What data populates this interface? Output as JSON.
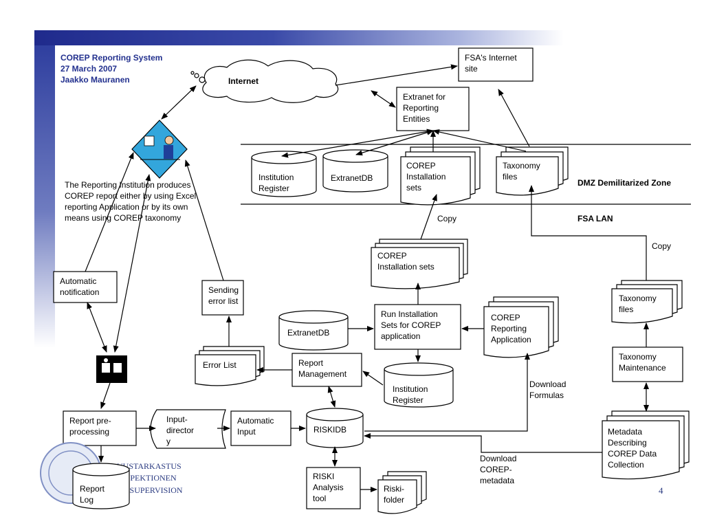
{
  "header": {
    "line1": "COREP Reporting System",
    "line2": "27 March 2007",
    "line3": "Jaakko Mauranen"
  },
  "page_number": "4",
  "seal": {
    "line1": "VUSTARKASTUS",
    "line2": "INSPEKTIONEN",
    "line3": "AL SUPERVISION"
  },
  "zones": {
    "dmz": "DMZ Demilitarized Zone",
    "lan": "FSA LAN"
  },
  "cloud": "Internet",
  "description": [
    "The Reporting Institution produces",
    "COREP report either by using Excel",
    "reporting Application or by its own",
    "means using COREP taxonomy"
  ],
  "nodes": {
    "fsa_site": [
      "FSA's Internet",
      "site"
    ],
    "extranet": [
      "Extranet for",
      "Reporting",
      "Entities"
    ],
    "institution_register_dmz": [
      "Institution",
      "Register"
    ],
    "extranetdb_dmz": [
      "ExtranetDB"
    ],
    "corep_sets_dmz": [
      "COREP",
      "Installation",
      "sets"
    ],
    "taxonomy_dmz": [
      "Taxonomy",
      "files"
    ],
    "corep_sets_lan": [
      "COREP",
      "Installation sets"
    ],
    "run_sets": [
      "Run Installation",
      "Sets for COREP",
      "application"
    ],
    "extranetdb_lan": [
      "ExtranetDB"
    ],
    "corep_app": [
      "COREP",
      "Reporting",
      "Application"
    ],
    "institution_register_lan": [
      "Institution",
      "Register"
    ],
    "report_mgmt": [
      "Report",
      "Management"
    ],
    "error_list": [
      "Error List"
    ],
    "sending_error": [
      "Sending",
      "error list"
    ],
    "auto_notification": [
      "Automatic",
      "notification"
    ],
    "preprocessing": [
      "Report pre-",
      "processing"
    ],
    "input_dir": [
      "Input-",
      "director",
      "y"
    ],
    "auto_input": [
      "Automatic",
      "Input"
    ],
    "riskidb": [
      "RISKIDB"
    ],
    "riski_tool": [
      "RISKI",
      "Analysis",
      "tool"
    ],
    "riski_folder": [
      "Riski-",
      "folder"
    ],
    "report_log": [
      "Report",
      "Log"
    ],
    "taxonomy_lan": [
      "Taxonomy",
      "files"
    ],
    "taxonomy_maint": [
      "Taxonomy",
      "Maintenance"
    ],
    "metadata": [
      "Metadata",
      "Describing",
      "COREP Data",
      "Collection"
    ]
  },
  "edge_labels": {
    "copy1": [
      "Copy"
    ],
    "copy2": [
      "Copy"
    ],
    "download_formulas": [
      "Download",
      "Formulas"
    ],
    "download_metadata": [
      "Download",
      "COREP-",
      "metadata"
    ]
  }
}
